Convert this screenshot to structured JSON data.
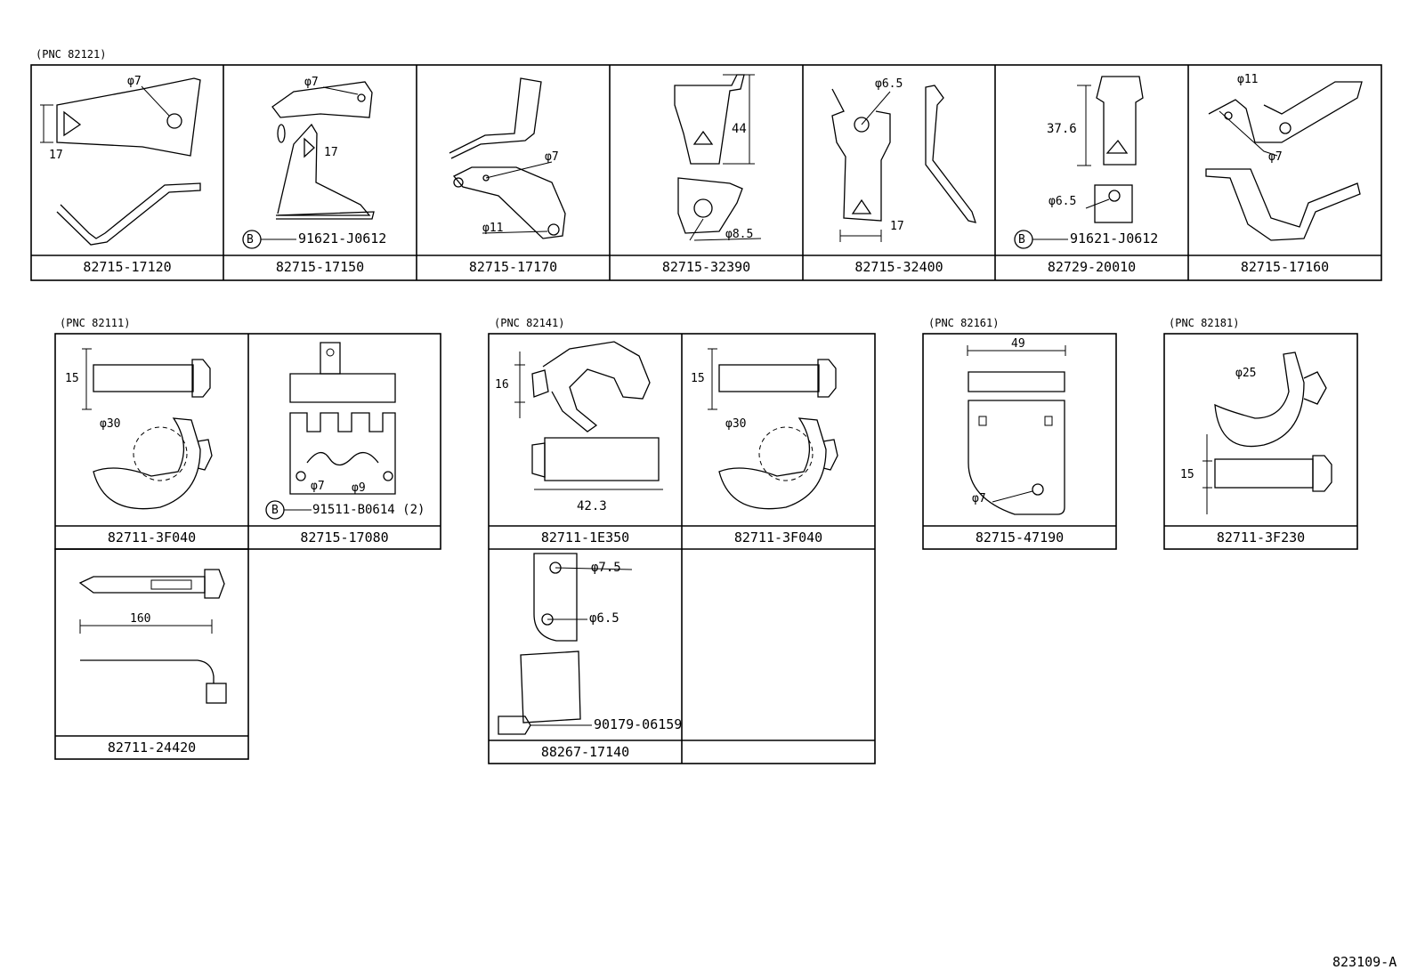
{
  "groups": [
    {
      "pnc": "(PNC  82121)",
      "cells": [
        {
          "part": "82715-17120",
          "dims": [
            "φ7",
            "17"
          ]
        },
        {
          "part": "82715-17150",
          "dims": [
            "φ7",
            "17"
          ],
          "callout": "91621-J0612",
          "callout_letter": "B"
        },
        {
          "part": "82715-17170",
          "dims": [
            "φ7",
            "φ11"
          ]
        },
        {
          "part": "82715-32390",
          "dims": [
            "44",
            "φ8.5"
          ]
        },
        {
          "part": "82715-32400",
          "dims": [
            "φ6.5",
            "17"
          ]
        },
        {
          "part": "82729-20010",
          "dims": [
            "37.6",
            "φ6.5"
          ],
          "callout": "91621-J0612",
          "callout_letter": "B"
        },
        {
          "part": "82715-17160",
          "dims": [
            "φ11",
            "φ7"
          ]
        }
      ]
    },
    {
      "pnc": "(PNC  82111)",
      "cells": [
        {
          "part": "82711-3F040",
          "dims": [
            "15",
            "φ30"
          ]
        },
        {
          "part": "82715-17080",
          "dims": [
            "φ7",
            "φ9"
          ],
          "callout": "91511-B0614 (2)",
          "callout_letter": "B"
        },
        {
          "part": "82711-24420",
          "dims": [
            "160"
          ]
        }
      ]
    },
    {
      "pnc": "(PNC  82141)",
      "cells": [
        {
          "part": "82711-1E350",
          "dims": [
            "16",
            "42.3"
          ]
        },
        {
          "part": "82711-3F040",
          "dims": [
            "15",
            "φ30"
          ]
        },
        {
          "part": "88267-17140",
          "dims": [
            "φ7.5",
            "φ6.5"
          ],
          "callout": "90179-06159"
        }
      ]
    },
    {
      "pnc": "(PNC  82161)",
      "cells": [
        {
          "part": "82715-47190",
          "dims": [
            "49",
            "φ7"
          ]
        }
      ]
    },
    {
      "pnc": "(PNC  82181)",
      "cells": [
        {
          "part": "82711-3F230",
          "dims": [
            "φ25",
            "15"
          ]
        }
      ]
    }
  ],
  "sheet_id": "823109-A"
}
